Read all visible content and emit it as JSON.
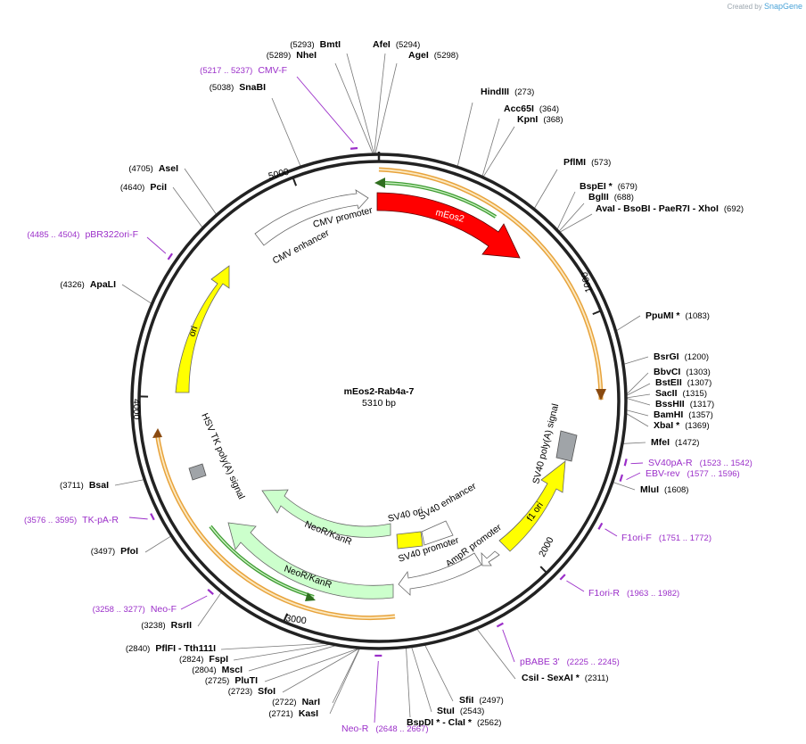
{
  "credit": {
    "prefix": "Created by",
    "brand": "SnapGene"
  },
  "plasmid": {
    "name": "mEos2-Rab4a-7",
    "length_label": "5310 bp",
    "length": 5310
  },
  "ticks": [
    {
      "label": "1000",
      "pos": 1000
    },
    {
      "label": "2000",
      "pos": 2000
    },
    {
      "label": "3000",
      "pos": 3000
    },
    {
      "label": "4000",
      "pos": 4000
    },
    {
      "label": "5000",
      "pos": 5000
    }
  ],
  "enzymes": [
    {
      "id": "bmti",
      "name": "BmtI",
      "pos": "(5293)",
      "site": 5293
    },
    {
      "id": "nhei",
      "name": "NheI",
      "pos": "(5289)",
      "site": 5289
    },
    {
      "id": "afei",
      "name": "AfeI",
      "pos": "(5294)",
      "site": 5294
    },
    {
      "id": "agei",
      "name": "AgeI",
      "pos": "(5298)",
      "site": 5298
    },
    {
      "id": "snabi",
      "name": "SnaBI",
      "pos": "(5038)",
      "site": 5038
    },
    {
      "id": "hindiii",
      "name": "HindIII",
      "pos": "(273)",
      "site": 273
    },
    {
      "id": "acc65i",
      "name": "Acc65I",
      "pos": "(364)",
      "site": 364
    },
    {
      "id": "kpni",
      "name": "KpnI",
      "pos": "(368)",
      "site": 368
    },
    {
      "id": "pflmi",
      "name": "PflMI",
      "pos": "(573)",
      "site": 573
    },
    {
      "id": "bspei",
      "name": "BspEI *",
      "pos": "(679)",
      "site": 679
    },
    {
      "id": "bglii",
      "name": "BglII",
      "pos": "(688)",
      "site": 688
    },
    {
      "id": "avai",
      "name": "AvaI - BsoBI - PaeR7I - XhoI",
      "pos": "(692)",
      "site": 692
    },
    {
      "id": "ppumi",
      "name": "PpuMI *",
      "pos": "(1083)",
      "site": 1083
    },
    {
      "id": "bsrgi",
      "name": "BsrGI",
      "pos": "(1200)",
      "site": 1200
    },
    {
      "id": "bbvci",
      "name": "BbvCI",
      "pos": "(1303)",
      "site": 1303
    },
    {
      "id": "bsteii",
      "name": "BstEII",
      "pos": "(1307)",
      "site": 1307
    },
    {
      "id": "sacii",
      "name": "SacII",
      "pos": "(1315)",
      "site": 1315
    },
    {
      "id": "bsshii",
      "name": "BssHII",
      "pos": "(1317)",
      "site": 1317
    },
    {
      "id": "bamhi",
      "name": "BamHI",
      "pos": "(1357)",
      "site": 1357
    },
    {
      "id": "xbai",
      "name": "XbaI *",
      "pos": "(1369)",
      "site": 1369
    },
    {
      "id": "mfei",
      "name": "MfeI",
      "pos": "(1472)",
      "site": 1472
    },
    {
      "id": "mlui",
      "name": "MluI",
      "pos": "(1608)",
      "site": 1608
    },
    {
      "id": "csii",
      "name": "CsiI - SexAI *",
      "pos": "(2311)",
      "site": 2311
    },
    {
      "id": "sfii",
      "name": "SfiI",
      "pos": "(2497)",
      "site": 2497
    },
    {
      "id": "stui",
      "name": "StuI",
      "pos": "(2543)",
      "site": 2543
    },
    {
      "id": "bspdi",
      "name": "BspDI * - ClaI *",
      "pos": "(2562)",
      "site": 2562
    },
    {
      "id": "kasi",
      "name": "KasI",
      "pos": "(2721)",
      "site": 2721
    },
    {
      "id": "nari",
      "name": "NarI",
      "pos": "(2722)",
      "site": 2722
    },
    {
      "id": "sfoi",
      "name": "SfoI",
      "pos": "(2723)",
      "site": 2723
    },
    {
      "id": "pluti",
      "name": "PluTI",
      "pos": "(2725)",
      "site": 2725
    },
    {
      "id": "msci",
      "name": "MscI",
      "pos": "(2804)",
      "site": 2804
    },
    {
      "id": "fspi",
      "name": "FspI",
      "pos": "(2824)",
      "site": 2824
    },
    {
      "id": "pflfi",
      "name": "PflFI - Tth111I",
      "pos": "(2840)",
      "site": 2840
    },
    {
      "id": "rsrii",
      "name": "RsrII",
      "pos": "(3238)",
      "site": 3238
    },
    {
      "id": "pfoi",
      "name": "PfoI",
      "pos": "(3497)",
      "site": 3497
    },
    {
      "id": "bsai",
      "name": "BsaI",
      "pos": "(3711)",
      "site": 3711
    },
    {
      "id": "apali",
      "name": "ApaLI",
      "pos": "(4326)",
      "site": 4326
    },
    {
      "id": "pcii",
      "name": "PciI",
      "pos": "(4640)",
      "site": 4640
    },
    {
      "id": "asei",
      "name": "AseI",
      "pos": "(4705)",
      "site": 4705
    }
  ],
  "primers": [
    {
      "id": "cmvf",
      "name": "CMV-F",
      "range": "(5217 .. 5237)",
      "site": 5227
    },
    {
      "id": "pbr322",
      "name": "pBR322ori-F",
      "range": "(4485 .. 4504)",
      "site": 4495
    },
    {
      "id": "sv40pa",
      "name": "SV40pA-R",
      "range": "(1523 .. 1542)",
      "site": 1532
    },
    {
      "id": "ebvrev",
      "name": "EBV-rev",
      "range": "(1577 .. 1596)",
      "site": 1586
    },
    {
      "id": "f1orif",
      "name": "F1ori-F",
      "range": "(1751 .. 1772)",
      "site": 1761
    },
    {
      "id": "f1orir",
      "name": "F1ori-R",
      "range": "(1963 .. 1982)",
      "site": 1972
    },
    {
      "id": "pbabe",
      "name": "pBABE 3'",
      "range": "(2225 .. 2245)",
      "site": 2235
    },
    {
      "id": "neor",
      "name": "Neo-R",
      "range": "(2648 .. 2667)",
      "site": 2657
    },
    {
      "id": "neof",
      "name": "Neo-F",
      "range": "(3258 .. 3277)",
      "site": 3267
    },
    {
      "id": "tkpa",
      "name": "TK-pA-R",
      "range": "(3576 .. 3595)",
      "site": 3585
    }
  ],
  "features": [
    {
      "id": "meos2",
      "label": "mEos2",
      "color": "#ff0000"
    },
    {
      "id": "cmv-promoter",
      "label": "CMV promoter",
      "color": "#ffffff"
    },
    {
      "id": "cmv-enhancer",
      "label": "CMV enhancer",
      "color": "#ffffff"
    },
    {
      "id": "ori",
      "label": "ori",
      "color": "#ffff00"
    },
    {
      "id": "sv40-polya",
      "label": "SV40 poly(A) signal",
      "color": "#a0a4a8"
    },
    {
      "id": "f1-ori",
      "label": "f1 ori",
      "color": "#ffff00"
    },
    {
      "id": "ampr-promoter",
      "label": "AmpR promoter",
      "color": "#ffffff"
    },
    {
      "id": "sv40-promoter",
      "label": "SV40 promoter",
      "color": "#ffffff"
    },
    {
      "id": "sv40-ori",
      "label": "SV40 ori",
      "color": "#ffff00"
    },
    {
      "id": "sv40-enhancer",
      "label": "SV40 enhancer",
      "color": "#ffffff"
    },
    {
      "id": "neokan-1",
      "label": "NeoR/KanR",
      "color": "#ccffcc"
    },
    {
      "id": "neokan-2",
      "label": "NeoR/KanR",
      "color": "#ccffcc"
    },
    {
      "id": "hsv-tk-polya",
      "label": "HSV TK poly(A) signal",
      "color": "#a0a4a8"
    }
  ]
}
